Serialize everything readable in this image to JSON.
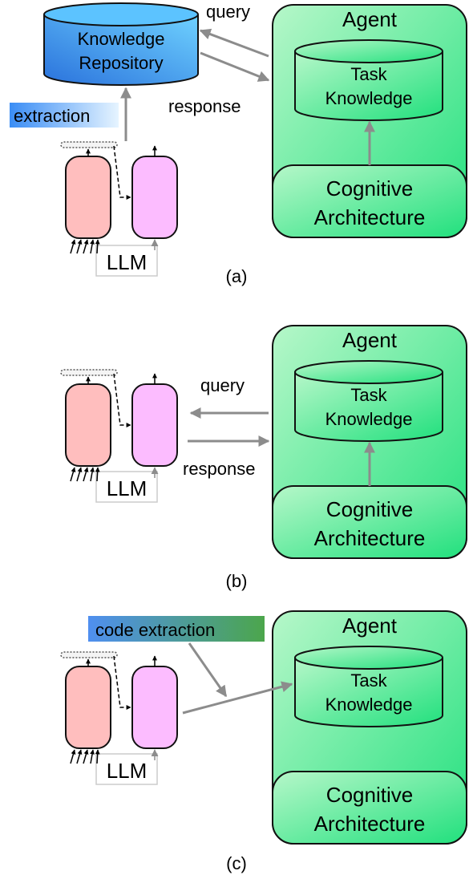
{
  "colors": {
    "agent_fill_light": "#b6f7c9",
    "agent_fill_dark": "#21e07d",
    "repo_fill_light": "#63c9ff",
    "repo_fill_dark": "#2c7be0",
    "encoder_fill": "#ffbebe",
    "decoder_fill": "#fcbcff",
    "arrow_gray": "#8c8c8c",
    "extraction_fill_light": "#3a8df5",
    "extraction_fill_dark": "#e0f1ff",
    "code_extraction_left": "#4f8ff0",
    "code_extraction_right": "#4ca64c"
  },
  "panels": [
    {
      "caption": "(a)",
      "agent_title": "Agent",
      "task_knowledge": [
        "Task",
        "Knowledge"
      ],
      "cognitive_architecture": [
        "Cognitive",
        "Architecture"
      ],
      "llm_label": "LLM",
      "query_label": "query",
      "response_label": "response",
      "knowledge_repository": [
        "Knowledge",
        "Repository"
      ],
      "extraction_label": "extraction"
    },
    {
      "caption": "(b)",
      "agent_title": "Agent",
      "task_knowledge": [
        "Task",
        "Knowledge"
      ],
      "cognitive_architecture": [
        "Cognitive",
        "Architecture"
      ],
      "llm_label": "LLM",
      "query_label": "query",
      "response_label": "response"
    },
    {
      "caption": "(c)",
      "agent_title": "Agent",
      "task_knowledge": [
        "Task",
        "Knowledge"
      ],
      "cognitive_architecture": [
        "Cognitive",
        "Architecture"
      ],
      "llm_label": "LLM",
      "code_extraction_label": "code extraction"
    }
  ]
}
